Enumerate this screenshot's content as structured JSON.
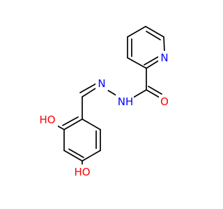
{
  "molecule": {
    "atoms": {
      "pyridine_n": {
        "label": "N",
        "color": "#0000ff"
      },
      "carbonyl_o": {
        "label": "O",
        "color": "#ff0000"
      },
      "amide_nh": {
        "label": "NH",
        "color": "#0000ff"
      },
      "imine_n": {
        "label": "N",
        "color": "#0000ff"
      },
      "hydroxyl_o1": {
        "label": "HO",
        "color": "#ff0000"
      },
      "hydroxyl_o2": {
        "label": "HO",
        "color": "#ff0000"
      }
    }
  }
}
